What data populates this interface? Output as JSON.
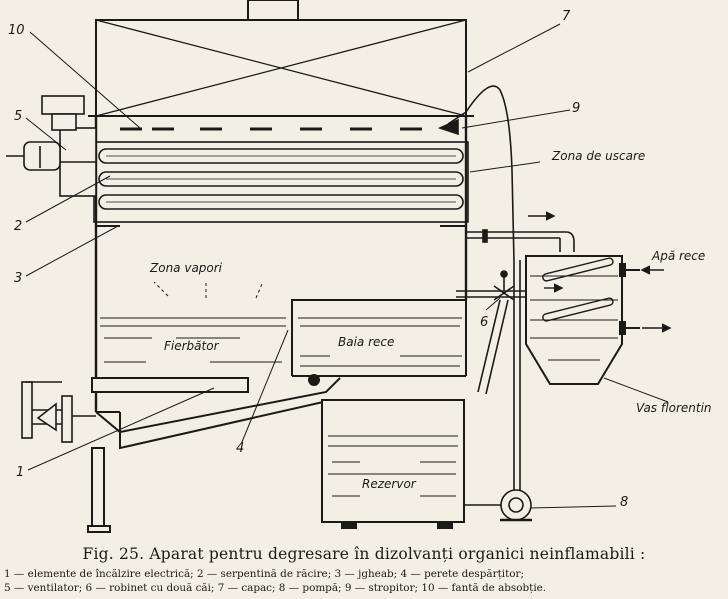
{
  "figure": {
    "caption_title": "Fig. 25. Aparat pentru degresare în dizolvanți organici neinflamabili :",
    "legend_line_1": "1 — elemente de încălzire electrică; 2 — serpentină de răcire; 3 — jgheab; 4 — perete despărțitor;",
    "legend_line_2": "5 — ventilator; 6 — robinet cu două căi; 7 — capac; 8 — pompă; 9 — stropitor; 10 — fantă de absobție."
  },
  "labels": {
    "zona_uscare": "Zona de uscare",
    "zona_vapori": "Zona vapori",
    "fierbator": "Fierbător",
    "baia_rece": "Baia rece",
    "rezervor": "Rezervor",
    "apa_rece": "Apă rece",
    "vas_florentin": "Vas florentin"
  },
  "callouts": {
    "n1": "1",
    "n2": "2",
    "n3": "3",
    "n4": "4",
    "n5": "5",
    "n6": "6",
    "n7": "7",
    "n8": "8",
    "n9": "9",
    "n10": "10"
  }
}
